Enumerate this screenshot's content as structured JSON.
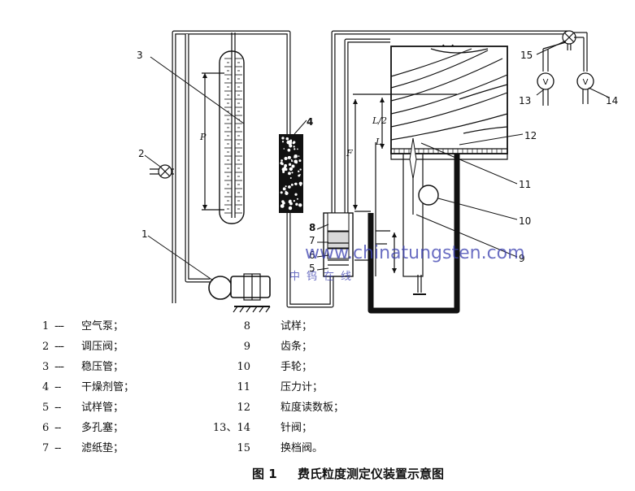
{
  "watermark": {
    "site": "www.chinatungsten.com",
    "cn": "中钨在线"
  },
  "diagram": {
    "dim_p": "P",
    "dim_f": "F",
    "dim_l": "L",
    "dim_l2": "L/2",
    "callouts": {
      "c1": "1",
      "c2": "2",
      "c3": "3",
      "c4": "4",
      "c8": "8",
      "c7": "7",
      "c6": "6",
      "c5": "5",
      "c9": "9",
      "c10": "10",
      "c11": "11",
      "c12": "12",
      "c13": "13",
      "c14": "14",
      "c15": "15"
    }
  },
  "legend_left": [
    {
      "num": "1",
      "label": "空气泵；"
    },
    {
      "num": "2",
      "label": "调压阀；"
    },
    {
      "num": "3",
      "label": "稳压管；"
    },
    {
      "num": "4",
      "label": "干燥剂管；"
    },
    {
      "num": "5",
      "label": "试样管；"
    },
    {
      "num": "6",
      "label": "多孔塞；"
    },
    {
      "num": "7",
      "label": "滤纸垫；"
    }
  ],
  "legend_right": [
    {
      "num": "8",
      "label": "试样；"
    },
    {
      "num": "9",
      "label": "齿条；"
    },
    {
      "num": "10",
      "label": "手轮；"
    },
    {
      "num": "11",
      "label": "压力计；"
    },
    {
      "num": "12",
      "label": "粒度读数板；"
    },
    {
      "num": "13、14",
      "label": "针阀；"
    },
    {
      "num": "15",
      "label": "换档阀。"
    }
  ],
  "caption": {
    "fig": "图 1",
    "title": "费氏粒度测定仪装置示意图"
  }
}
